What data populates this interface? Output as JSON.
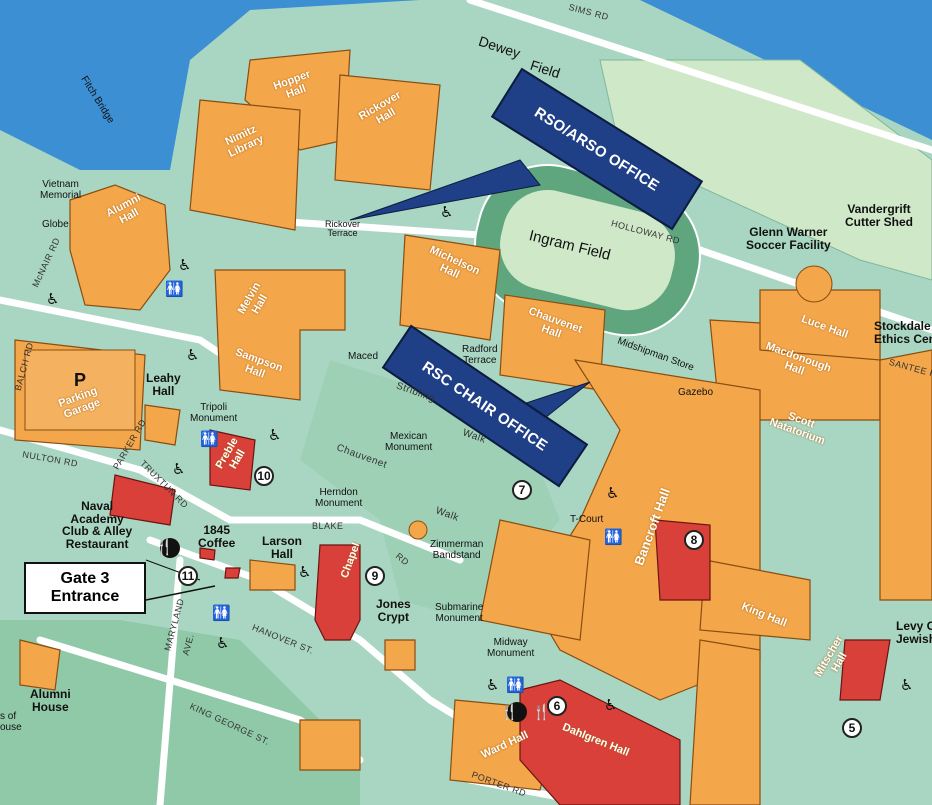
{
  "callouts": {
    "rso": "RSO/ARSO OFFICE",
    "rsc": "RSC CHAIR OFFICE"
  },
  "gate3": {
    "line1": "Gate 3",
    "line2": "Entrance"
  },
  "roads": {
    "sims": "SIMS RD",
    "holloway": "HOLLOWAY RD",
    "mcnair": "McNAIR RD",
    "balch": "BALCH RD",
    "nulton": "NULTON RD",
    "parker": "PARKER RD",
    "truxtun": "TRUXTUN RD",
    "blake": "BLAKE",
    "blake_rd": "RD",
    "maryland": "MARYLAND",
    "ave": "AVE.",
    "hanover": "HANOVER ST.",
    "king_george": "KING GEORGE ST.",
    "porter": "PORTER RD",
    "santee": "SANTEE RD",
    "stribling": "Stribling",
    "stribling_walk": "Walk",
    "chauvenet_walk": "Chauvenet",
    "walk2": "Walk"
  },
  "places": {
    "dewey": "Dewey",
    "field": "Field",
    "fitch_bridge": "Fitch Bridge",
    "vietnam_memorial": "Vietnam\nMemorial",
    "globe": "Globe",
    "rickover_terrace": "Rickover\nTerrace",
    "ingram_field": "Ingram Field",
    "vandergrift": "Vandergrift\nCutter Shed",
    "glenn_warner": "Glenn Warner\nSoccer Facility",
    "stockdale": "Stockdale\nEthics Cen",
    "radford_terrace": "Radford\nTerrace",
    "midshipman_store": "Midshipman Store",
    "gazebo": "Gazebo",
    "macedonian": "Maced",
    "mexican_monument": "Mexican\nMonument",
    "tripoli": "Tripoli\nMonument",
    "herndon": "Herndon\nMonument",
    "zimmerman": "Zimmerman\nBandstand",
    "submarine": "Submarine\nMonument",
    "midway": "Midway\nMonument",
    "t_court": "T-Court",
    "leahy_hall": "Leahy\nHall",
    "naval_academy_club": "Naval\nAcademy\nClub & Alley\nRestaurant",
    "coffee": "1845\nCoffee",
    "larson_hall": "Larson\nHall",
    "jones_crypt": "Jones\nCrypt",
    "alumni_house": "Alumni\nHouse",
    "sof_house": "s of\nouse",
    "levy": "Levy C\nJewish",
    "parking_p": "P"
  },
  "buildings": {
    "hopper": "Hopper\nHall",
    "rickover": "Rickover\nHall",
    "nimitz": "Nimitz\nLibrary",
    "alumni_hall": "Alumni\nHall",
    "michelson": "Michelson\nHall",
    "chauvenet": "Chauvenet\nHall",
    "luce": "Luce Hall",
    "macdonough": "Macdonough\nHall",
    "scott": "Scott\nNatatorium",
    "melvin": "Melvin\nHall",
    "sampson": "Sampson\nHall",
    "parking_garage": "Parking\nGarage",
    "preble": "Preble\nHall",
    "chapel": "Chapel",
    "bancroft": "Bancroft Hall",
    "king_hall": "King Hall",
    "mitscher": "Mitscher\nHall",
    "dahlgren": "Dahlgren Hall",
    "ward": "Ward Hall"
  },
  "markers": [
    "5",
    "6",
    "7",
    "8",
    "9",
    "10",
    "11"
  ],
  "icons": {
    "accessible": "wheelchair-icon",
    "restroom": "restroom-icon",
    "dining": "dining-icon"
  },
  "colors": {
    "water": "#3b8fd2",
    "land": "#a9d6c2",
    "green_area": "#8fc9a8",
    "road": "#ffffff",
    "building": "#f3a64a",
    "building_red": "#d9403a",
    "callout": "#1f3f86",
    "field": "#cfe8c8"
  }
}
